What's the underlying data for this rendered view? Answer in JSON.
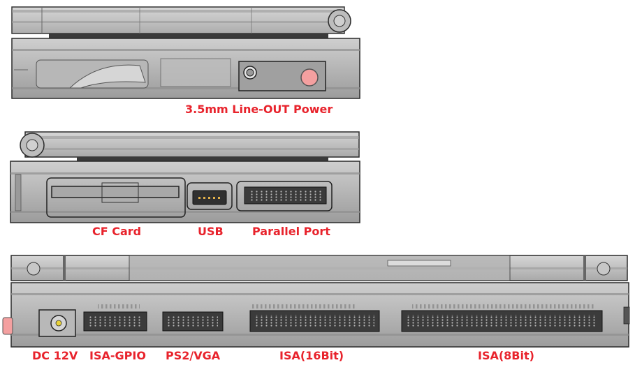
{
  "colors": {
    "label": "#e8232c",
    "body": "#c9c9c9",
    "body_dark": "#8a8a8a",
    "outline": "#2a2a2a",
    "power_button": "#f4a0a0"
  },
  "views": {
    "top": {
      "labels": {
        "line_out": "3.5mm Line-OUT",
        "power": "Power"
      }
    },
    "middle": {
      "labels": {
        "cf_card": "CF Card",
        "usb": "USB",
        "parallel_port": "Parallel Port"
      }
    },
    "bottom": {
      "labels": {
        "dc_12v": "DC 12V",
        "isa_gpio": "ISA-GPIO",
        "ps2_vga": "PS2/VGA",
        "isa_16bit": "ISA(16Bit)",
        "isa_8bit": "ISA(8Bit)"
      }
    }
  }
}
